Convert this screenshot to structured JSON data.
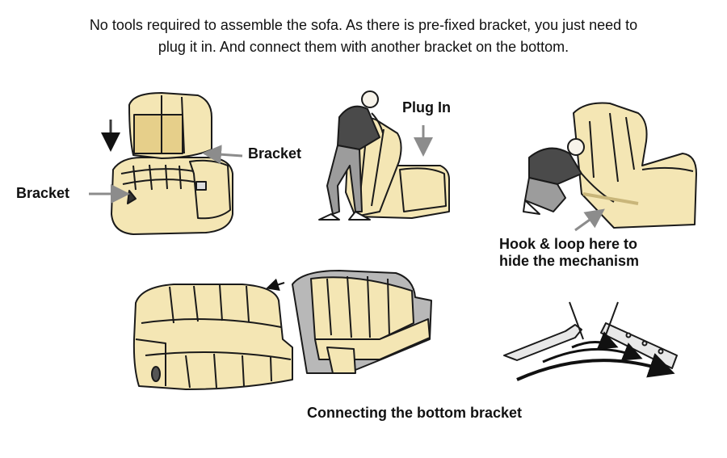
{
  "header": {
    "line1": "No tools required to assemble the sofa. As there is pre-fixed bracket, you just need to",
    "line2": "plug it in. And connect them with another bracket on the bottom."
  },
  "labels": {
    "bracket_top": "Bracket",
    "bracket_left": "Bracket",
    "plug_in": "Plug In",
    "hook_loop_line1": "Hook & loop here to",
    "hook_loop_line2": "hide the mechanism",
    "connecting": "Connecting the bottom bracket"
  },
  "colors": {
    "sofa_fill": "#f4e6b4",
    "sofa_stroke": "#1a1a1a",
    "arrow_gray": "#8c8c8c",
    "shirt": "#4a4a4a",
    "pants": "#9c9c9c"
  }
}
